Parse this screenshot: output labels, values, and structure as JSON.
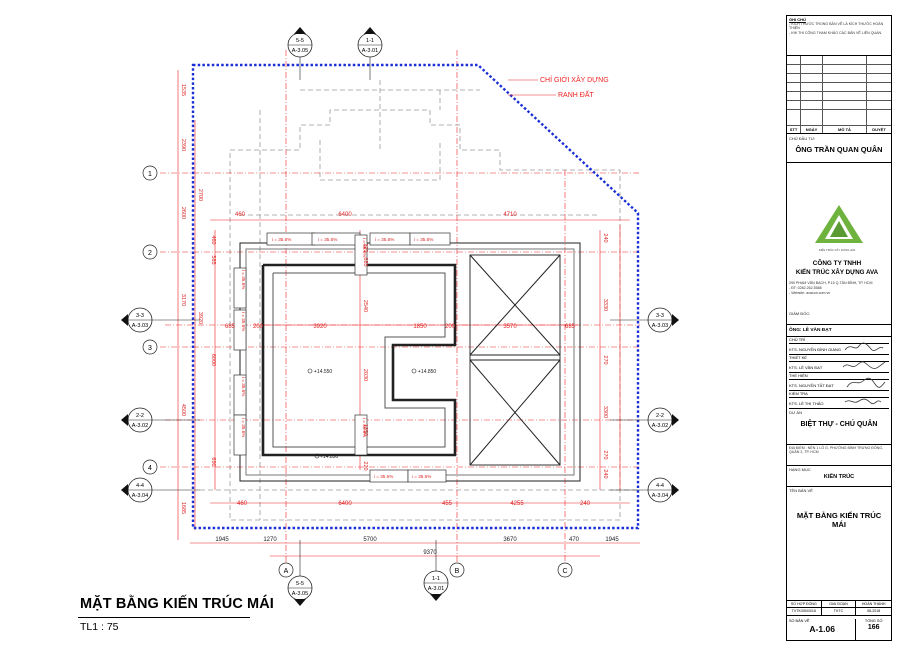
{
  "sheet": {
    "title": "MẶT BẰNG KIẾN TRÚC MÁI",
    "scale": "TL1 : 75"
  },
  "labels": {
    "setback_line": "CHỈ GIỚI XÂY DỰNG",
    "property_line": "RANH ĐẤT"
  },
  "section_markers": [
    {
      "id": "5-5",
      "sheet": "A-3.05"
    },
    {
      "id": "1-1",
      "sheet": "A-3.01"
    },
    {
      "id": "3-3",
      "sheet": "A-3.03"
    },
    {
      "id": "2-2",
      "sheet": "A-3.02"
    },
    {
      "id": "4-4",
      "sheet": "A-3.04"
    }
  ],
  "grid_rows": [
    "1",
    "2",
    "3",
    "4"
  ],
  "grid_cols": [
    "A",
    "B",
    "C"
  ],
  "dims_top": [
    "460",
    "6400",
    "4710"
  ],
  "dims_bottom_inner": [
    "460",
    "6400",
    "455",
    "4255",
    "240"
  ],
  "dims_bottom_outer": [
    "1945",
    "1270",
    "5700",
    "3670",
    "470",
    "1945"
  ],
  "dims_bottom_total": "9370",
  "dims_left": [
    "1535",
    "2390",
    "2700",
    "2600",
    "460",
    "585",
    "3170",
    "3920",
    "6000",
    "4500",
    "690",
    "1685"
  ],
  "dims_right": [
    "240",
    "3330",
    "270",
    "3300",
    "270",
    "240"
  ],
  "dims_mid_h": [
    "685",
    "200",
    "3920",
    "1850",
    "200",
    "3570",
    "685"
  ],
  "dims_mid_v": [
    "220",
    "685",
    "2540",
    "2030",
    "1350",
    "220"
  ],
  "elevations": [
    "+14.550",
    "+14.850",
    "+14.850"
  ],
  "slopes": [
    "i = 35.6%",
    "i = 35.6%",
    "i = 35.6%",
    "i = 35.6%",
    "i = 35.6%",
    "i = 35.6%",
    "i = 35.6%",
    "i = 35.6%",
    "i = 35.6%",
    "i = 35.6%",
    "i = 35.6%",
    "i = 35.6%"
  ],
  "title_block": {
    "notes_title": "GHI CHÚ",
    "notes": [
      "- KÍCH THƯỚC TRONG BẢN VẼ LÀ KÍCH THƯỚC HOÀN THIỆN",
      "- KHI THI CÔNG THAM KHẢO CÁC BẢN VẼ LIÊN QUAN."
    ],
    "rev_cols": [
      "STT",
      "NGÀY",
      "MÔ TẢ",
      "DUYỆT"
    ],
    "owner_label": "CHỦ ĐẦU TƯ:",
    "owner": "ÔNG TRẦN QUAN QUÂN",
    "logo_caption": "KIẾN TRÚC XÂY DỰNG AVA",
    "company_l1": "CÔNG TY TNHH",
    "company_l2": "KIẾN TRÚC XÂY DỰNG AVA",
    "address": "290 PHẠM VĂN BẠCH, P.15 Q.TÂN BÌNH, TP. HCM",
    "phone": "- ĐT: 0282.262.5588",
    "website": "- Website: avacon.com.vn",
    "director_label": "GIÁM ĐỐC:",
    "director": "ÔNG: LÊ VĂN ĐẠT",
    "roles": [
      {
        "role": "CHỦ TRÌ",
        "name": "KTS. NGUYỄN ĐÌNH GIANG"
      },
      {
        "role": "THIẾT KẾ",
        "name": "KTS. LÊ VĂN ĐẠT"
      },
      {
        "role": "THỂ HIỆN",
        "name": "KTS. NGUYỄN TẤT ĐẠT"
      },
      {
        "role": "KIỂM TRA",
        "name": "KTS. LÊ THỊ THẢO"
      }
    ],
    "project_label": "DỰ ÁN",
    "project": "BIỆT THỰ - CHÚ QUÂN",
    "location": "ĐỊA ĐIỂM : NỀN 1 LÔ G, PHƯỜNG BÌNH TRƯNG ĐÔNG, QUẬN 2, TP. HCM",
    "category_label": "HẠNG MỤC",
    "category": "KIẾN TRÚC",
    "drawing_label": "TÊN BẢN VẼ",
    "drawing_l1": "MẶT BẰNG KIẾN TRÚC",
    "drawing_l2": "MÁI",
    "info_heads": [
      "SỐ HỢP ĐỒNG",
      "GIAI ĐOẠN",
      "HOÀN THÀNH"
    ],
    "info_vals": [
      "TVTK/05/03/18",
      "TKTC",
      "08-2018"
    ],
    "sheet_no_label": "SỐ BẢN VẼ",
    "total_label": "TỔNG SỐ",
    "sheet_no": "A-1.06",
    "total": "166"
  }
}
